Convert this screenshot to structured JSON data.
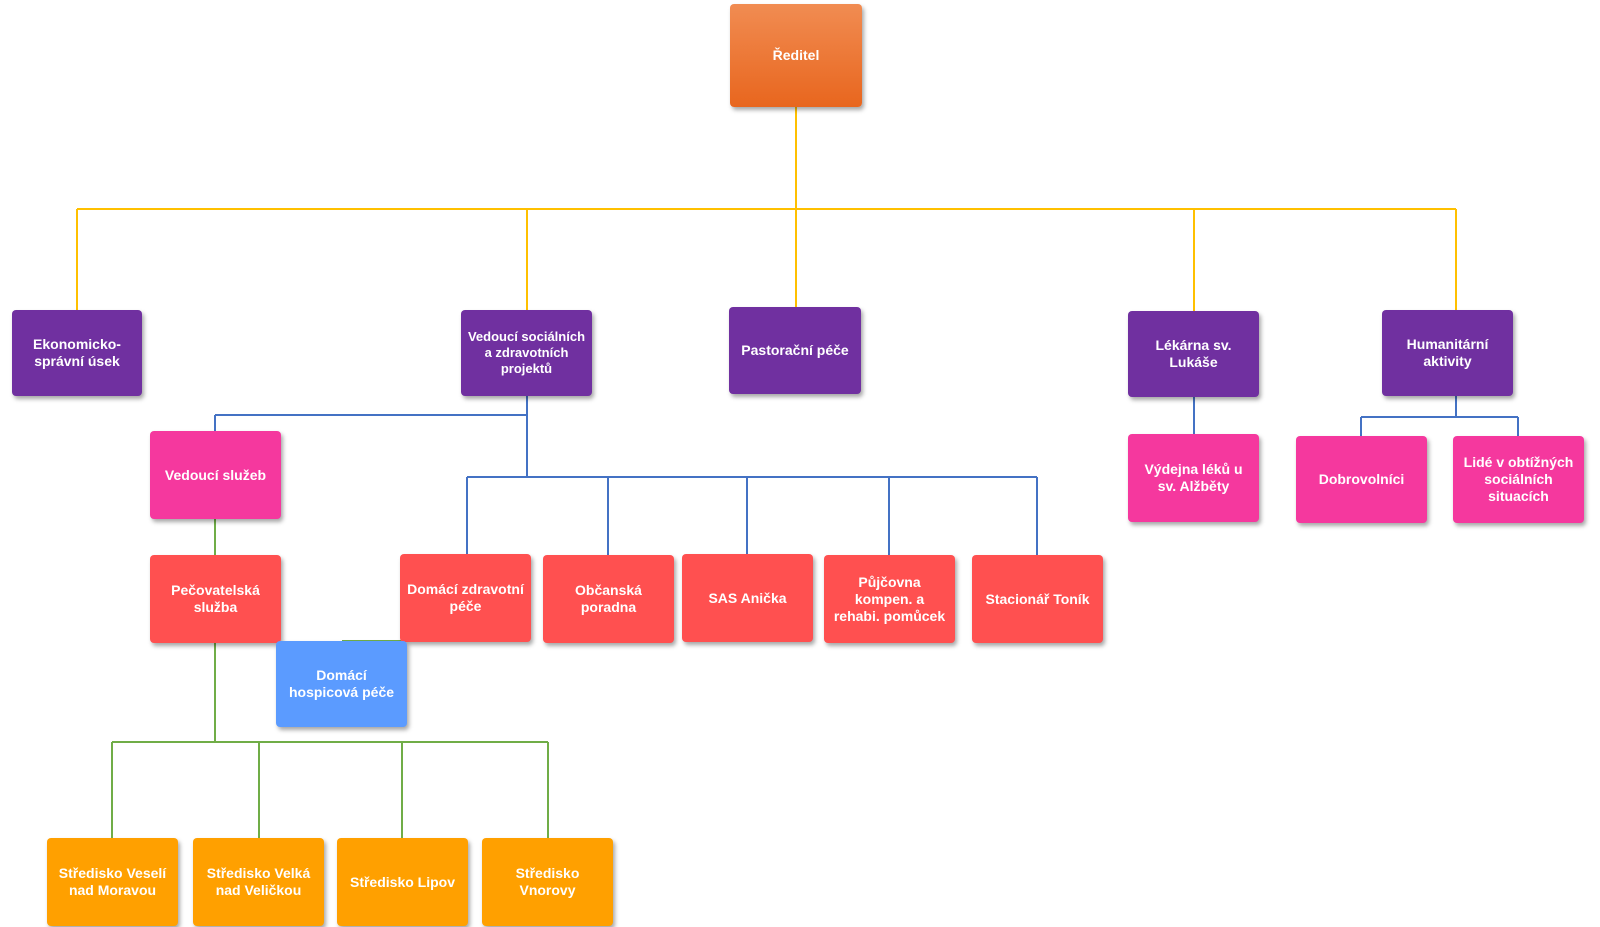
{
  "colors": {
    "director_connector": "#ffc000",
    "social_connector": "#4472c4",
    "care_connector": "#70ad47",
    "director_box": "#ee7a35",
    "unit_box": "#7030a0",
    "service_box": "#f5389e",
    "department_box": "#ff5050",
    "hospice_box": "#5b9bff",
    "center_box": "#ffa000"
  },
  "nodes": {
    "reditel": "Ředitel",
    "ekonomicko": "Ekonomicko-správní úsek",
    "vedouci_soc": "Vedoucí sociálních a zdravotních projektů",
    "pastoracni": "Pastorační péče",
    "lekarna": "Lékárna sv. Lukáše",
    "humanitarni": "Humanitární aktivity",
    "vedouci_sluzeb": "Vedoucí služeb",
    "vydejna": "Výdejna léků u sv. Alžběty",
    "dobrovolnici": "Dobrovolníci",
    "lide": "Lidé v obtížných sociálních situacích",
    "pecovatelska": "Pečovatelská služba",
    "domaci_zdrav": "Domácí zdravotní péče",
    "obcanska": "Občanská poradna",
    "sas": "SAS Anička",
    "pujcovna": "Půjčovna kompen. a rehabi. pomůcek",
    "stacionar": "Stacionář Toník",
    "hospic": "Domácí hospicová péče",
    "veseli": "Středisko Veselí nad Moravou",
    "velka": "Středisko Velká nad Veličkou",
    "lipov": "Středisko Lipov",
    "vnorovy": "Středisko Vnorovy"
  }
}
